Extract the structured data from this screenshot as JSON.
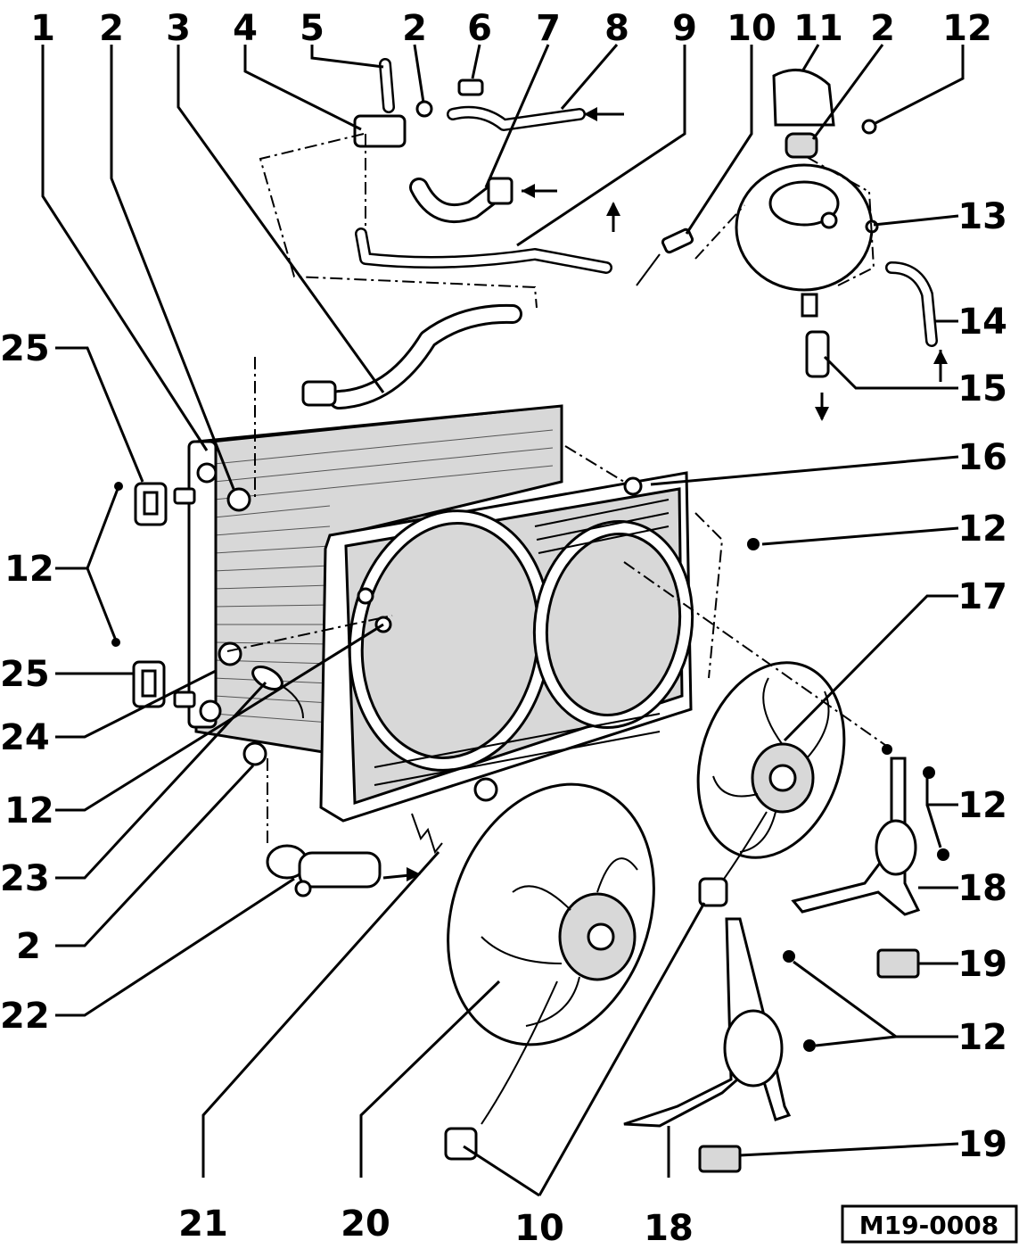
{
  "diagram": {
    "labels": {
      "top": [
        "1",
        "2",
        "3",
        "4",
        "5",
        "2",
        "6",
        "7",
        "8",
        "9",
        "10",
        "11",
        "2",
        "12"
      ],
      "right": [
        "13",
        "14",
        "15",
        "16",
        "12",
        "17",
        "12",
        "18",
        "19",
        "12",
        "19"
      ],
      "left": [
        "25",
        "12",
        "25",
        "24",
        "12",
        "23",
        "2",
        "22"
      ],
      "bottom": [
        "21",
        "20",
        "10",
        "18"
      ]
    },
    "reference_code": "M19-0008"
  }
}
